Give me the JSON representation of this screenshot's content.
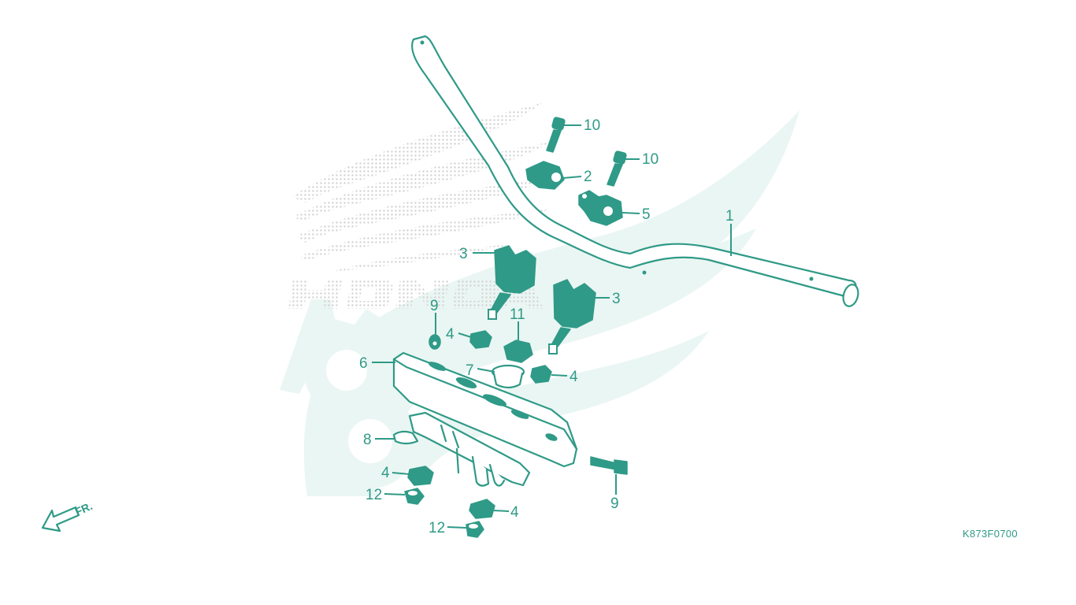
{
  "drawing_code": "K873F0700",
  "front_label": "FR.",
  "brand_watermark": "HONDA",
  "colors": {
    "line": "#2f9a87",
    "watermark": "#eaf6f3",
    "watermark_dots": "#d7d7d7"
  },
  "callouts": {
    "c1": "1",
    "c2": "2",
    "c3a": "3",
    "c3b": "3",
    "c4a": "4",
    "c4b": "4",
    "c4c": "4",
    "c4d": "4",
    "c5": "5",
    "c6": "6",
    "c7": "7",
    "c8": "8",
    "c9a": "9",
    "c9b": "9",
    "c10a": "10",
    "c10b": "10",
    "c11": "11",
    "c12a": "12",
    "c12b": "12"
  },
  "icons": {
    "front_arrow": "front-direction-arrow-icon",
    "brand_logo": "honda-wing-logo"
  }
}
